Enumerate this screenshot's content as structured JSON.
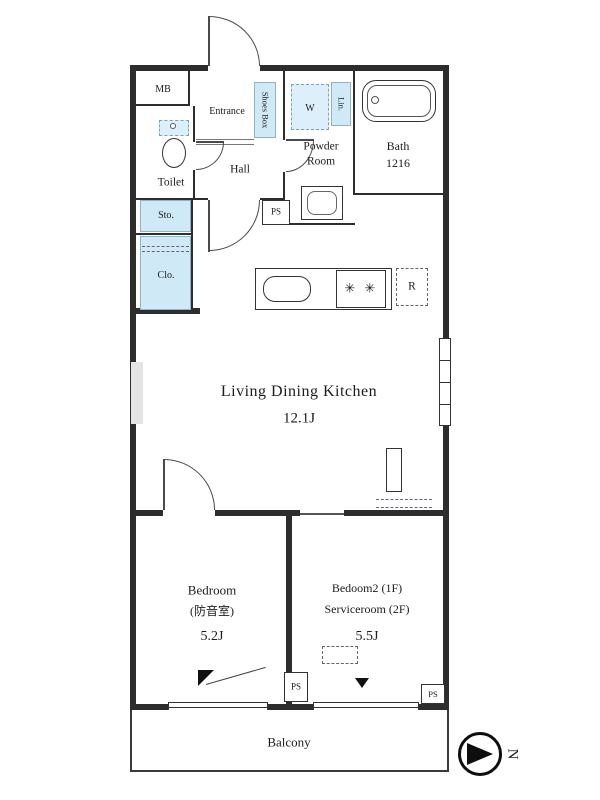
{
  "plan": {
    "rooms": {
      "ldk": {
        "name": "Living Dining Kitchen",
        "size": "12.1J"
      },
      "bedroom1": {
        "name": "Bedroom",
        "note": "(防音室)",
        "size": "5.2J"
      },
      "bedroom2": {
        "name1": "Bedoom2 (1F)",
        "name2": "Serviceroom (2F)",
        "size": "5.5J"
      },
      "bath": {
        "name": "Bath",
        "size": "1216"
      },
      "powder_room": {
        "name1": "Powder",
        "name2": "Room"
      },
      "toilet": {
        "name": "Toilet"
      },
      "hall": {
        "name": "Hall"
      },
      "entrance": {
        "name": "Entrance"
      },
      "balcony": {
        "name": "Balcony"
      }
    },
    "fixtures": {
      "meter_box": "MB",
      "shoes_box": "Shoes Box",
      "washer": "W",
      "linen": "Lin.",
      "storage": "Sto.",
      "closet": "Clo.",
      "refrigerator": "R",
      "pipe_space_top": "PS",
      "pipe_space_mid": "PS",
      "pipe_space_right": "PS"
    },
    "compass": {
      "north": "N"
    },
    "icons": {
      "stove_burner": "✳"
    },
    "colors": {
      "wall": "#2d2d2d",
      "fixture_fill": "#cfe9f7"
    }
  }
}
